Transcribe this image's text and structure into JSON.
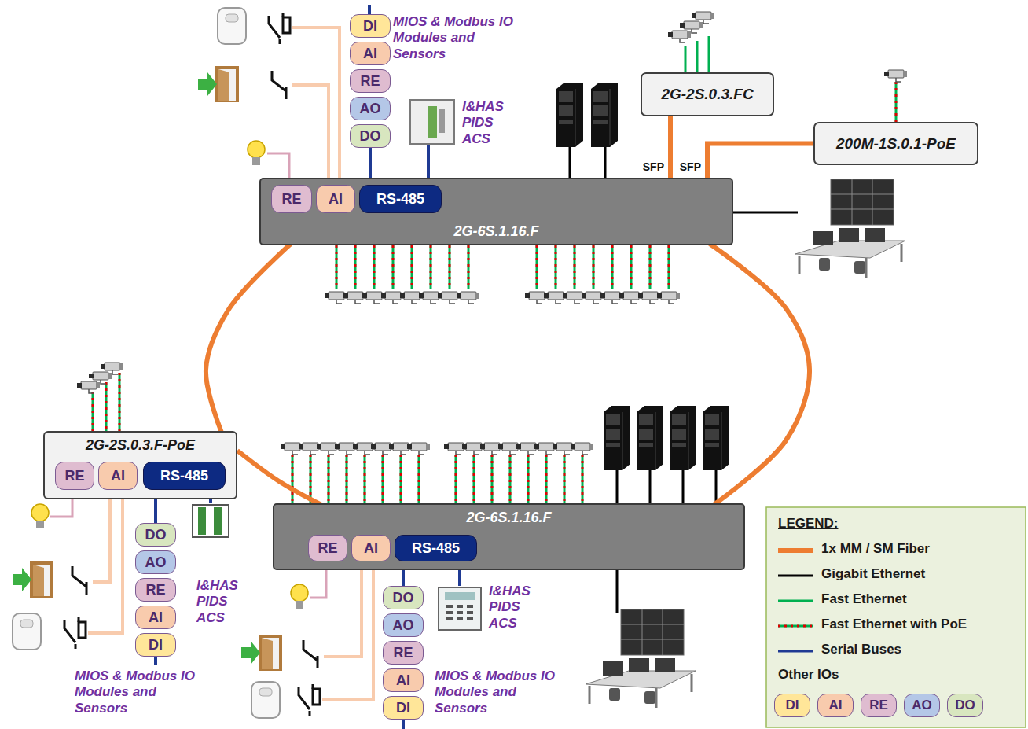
{
  "diagram": {
    "nodes": [
      {
        "text": [
          "2G-2S.0.3.FC"
        ]
      },
      {
        "text": [
          "200M-1S.0.1-PoE"
        ]
      },
      {
        "text": [
          "2G-6S.1.16.F"
        ]
      },
      {
        "text": [
          "RE"
        ],
        "in": 2
      },
      {
        "text": [
          "AI"
        ],
        "in": 2
      },
      {
        "text": [
          "RS-485"
        ],
        "in": 2
      },
      {
        "text": [
          "DI"
        ]
      },
      {
        "text": [
          "AI"
        ]
      },
      {
        "text": [
          "RE"
        ]
      },
      {
        "text": [
          "AO"
        ]
      },
      {
        "text": [
          "DO"
        ]
      },
      {
        "text": [
          "2G-2S.0.3.F-PoE"
        ]
      },
      {
        "text": [
          "RE"
        ],
        "in": 11
      },
      {
        "text": [
          "AI"
        ],
        "in": 11
      },
      {
        "text": [
          "RS-485"
        ],
        "in": 11
      },
      {
        "text": [
          "DO"
        ]
      },
      {
        "text": [
          "AO"
        ]
      },
      {
        "text": [
          "RE"
        ]
      },
      {
        "text": [
          "AI"
        ]
      },
      {
        "text": [
          "DI"
        ]
      },
      {
        "text": [
          "2G-6S.1.16.F"
        ]
      },
      {
        "text": [
          "RE"
        ],
        "in": 20
      },
      {
        "text": [
          "AI"
        ],
        "in": 20
      },
      {
        "text": [
          "RS-485"
        ],
        "in": 20
      },
      {
        "text": [
          "DO"
        ]
      },
      {
        "text": [
          "AO"
        ]
      },
      {
        "text": [
          "RE"
        ]
      },
      {
        "text": [
          "AI"
        ]
      },
      {
        "text": [
          "DI"
        ]
      }
    ],
    "edges": [
      {
        "from": 2,
        "to": 0,
        "arrow": "none",
        "label": "SFP"
      },
      {
        "from": 2,
        "to": 1,
        "arrow": "none",
        "label": "SFP"
      },
      {
        "from": 2,
        "to": 11,
        "arrow": "none"
      },
      {
        "from": 11,
        "to": 20,
        "arrow": "none"
      },
      {
        "from": 2,
        "to": 20,
        "arrow": "none"
      },
      {
        "from": 5,
        "to": 10,
        "arrow": "none"
      },
      {
        "from": 14,
        "to": 15,
        "arrow": "none"
      },
      {
        "from": 23,
        "to": 24,
        "arrow": "none"
      }
    ],
    "labels": [
      "MIOS & Modbus IO Modules and Sensors",
      "I&HAS PIDS ACS",
      "I&HAS PIDS ACS",
      "MIOS & Modbus IO Modules and Sensors",
      "I&HAS PIDS ACS",
      "MIOS & Modbus IO Modules and Sensors",
      "LEGEND:",
      "Other IOs",
      "DI",
      "AI",
      "RE",
      "AO",
      "DO"
    ],
    "legend": [
      {
        "text": "1x MM / SM Fiber"
      },
      {
        "text": "Gigabit Ethernet"
      },
      {
        "text": "Fast Ethernet"
      },
      {
        "text": "Fast Ethernet with PoE"
      },
      {
        "text": "Serial Buses"
      }
    ]
  }
}
